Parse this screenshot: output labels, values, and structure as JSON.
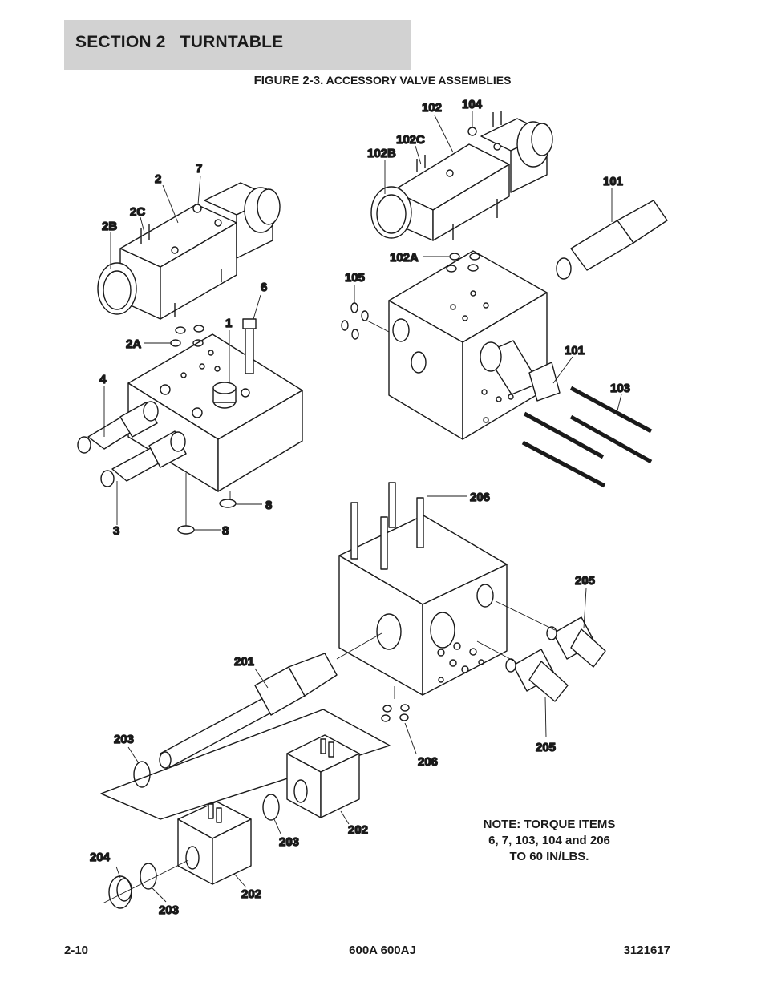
{
  "header": {
    "section_title": "SECTION 2   TURNTABLE"
  },
  "figure": {
    "number": "FIGURE 2-3.",
    "title": "ACCESSORY VALVE ASSEMBLIES"
  },
  "callouts": {
    "c_2": "2",
    "c_7": "7",
    "c_2C": "2C",
    "c_2B": "2B",
    "c_6": "6",
    "c_1": "1",
    "c_2A": "2A",
    "c_4": "4",
    "c_3": "3",
    "c_8a": "8",
    "c_8b": "8",
    "c_102": "102",
    "c_104": "104",
    "c_102C": "102C",
    "c_102B": "102B",
    "c_101a": "101",
    "c_102A": "102A",
    "c_105": "105",
    "c_101b": "101",
    "c_103": "103",
    "c_206a": "206",
    "c_205a": "205",
    "c_201": "201",
    "c_205b": "205",
    "c_206b": "206",
    "c_203a": "203",
    "c_202a": "202",
    "c_203b": "203",
    "c_204": "204",
    "c_202b": "202",
    "c_203c": "203"
  },
  "note": {
    "line1": "NOTE: TORQUE ITEMS",
    "line2": "6, 7, 103, 104 and 206",
    "line3": "TO 60 IN/LBS."
  },
  "footer": {
    "page": "2-10",
    "model": "600A 600AJ",
    "doc_number": "3121617"
  }
}
